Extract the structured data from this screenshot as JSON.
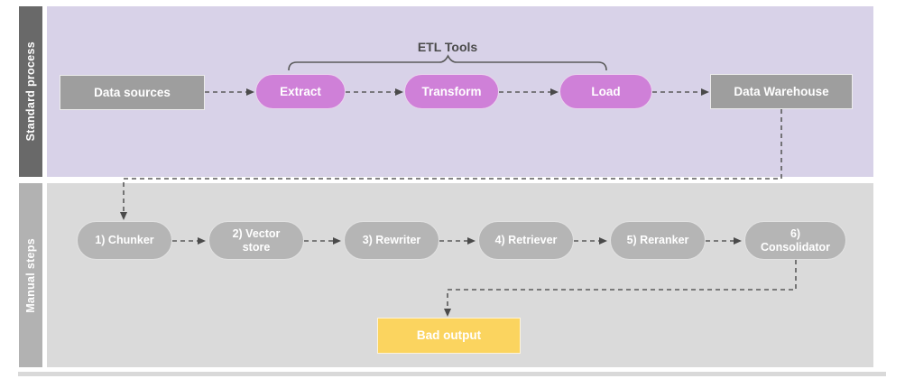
{
  "diagram": {
    "lanes": {
      "standard": {
        "label": "Standard process"
      },
      "manual": {
        "label": "Manual steps"
      }
    },
    "standard_flow": {
      "group_label": "ETL Tools",
      "data_sources": "Data sources",
      "extract": "Extract",
      "transform": "Transform",
      "load": "Load",
      "data_warehouse": "Data Warehouse"
    },
    "manual_flow": {
      "steps": [
        "1) Chunker",
        "2) Vector store",
        "3) Rewriter",
        "4) Retriever",
        "5) Reranker",
        "6) Consolidator"
      ]
    },
    "result": {
      "bad_output": "Bad output"
    },
    "colors": {
      "standard_lane_bg": "#d8d2e8",
      "standard_lane_bar": "#696969",
      "manual_lane_bg": "#dadada",
      "manual_lane_bar": "#b2b2b2",
      "etl_node": "#cf80d8",
      "gray_node": "#9e9e9e",
      "manual_node": "#b5b5b5",
      "bad_output_node": "#fbd45f",
      "connector": "#5a5a5a"
    }
  }
}
